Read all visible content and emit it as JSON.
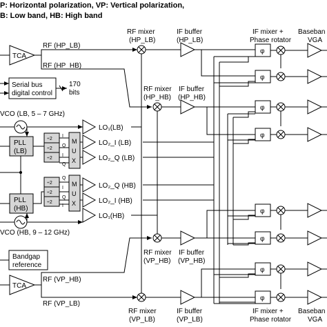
{
  "legend": {
    "line1": "P: Horizontal polarization, VP: Vertical polarization,",
    "line2": "B: Low band, HB: High band"
  },
  "columns": {
    "rf_mixer": "RF mixer",
    "if_buffer": "IF buffer",
    "if_mixer": "IF mixer +",
    "phase_rotator": "Phase rotator",
    "baseband": "Baseban",
    "vga": "VGA"
  },
  "paths": {
    "hp_lb": "(HP_LB)",
    "hp_hb": "(HP_HB)",
    "vp_hb": "(VP_HB)",
    "vp_lb": "(VP_LB)"
  },
  "rf": {
    "hp_lb": "RF (HP_LB)",
    "hp_hb": "RF (HP_HB)",
    "vp_hb": "RF (VP_HB)",
    "vp_lb": "RF (VP_LB)"
  },
  "blocks": {
    "tca": "TCA",
    "serial_bus_line1": "Serial bus",
    "serial_bus_line2": "digital control",
    "bits_line1": "170",
    "bits_line2": "bits",
    "vco_lb": "VCO (LB, 5 – 7 GHz)",
    "vco_hb": "VCO (HB, 9 – 12 GHz)",
    "pll": "PLL",
    "lb": "(LB)",
    "hb": "(HB)",
    "mux_m": "M",
    "mux_u": "U",
    "mux_x": "X",
    "div2": "÷2",
    "i": "I",
    "q": "Q",
    "bandgap_line1": "Bandgap",
    "bandgap_line2": "reference",
    "phi": "φ"
  },
  "lo": {
    "lo1_lb": "LO₁(LB)",
    "lo2_i_lb": "LO₂_I (LB)",
    "lo2_q_lb": "LO₂_Q (LB)",
    "lo2_q_hb": "LO₂_Q (HB)",
    "lo2_i_hb": "LO₂_I (HB)",
    "lo1_hb": "LO₁(HB)"
  }
}
